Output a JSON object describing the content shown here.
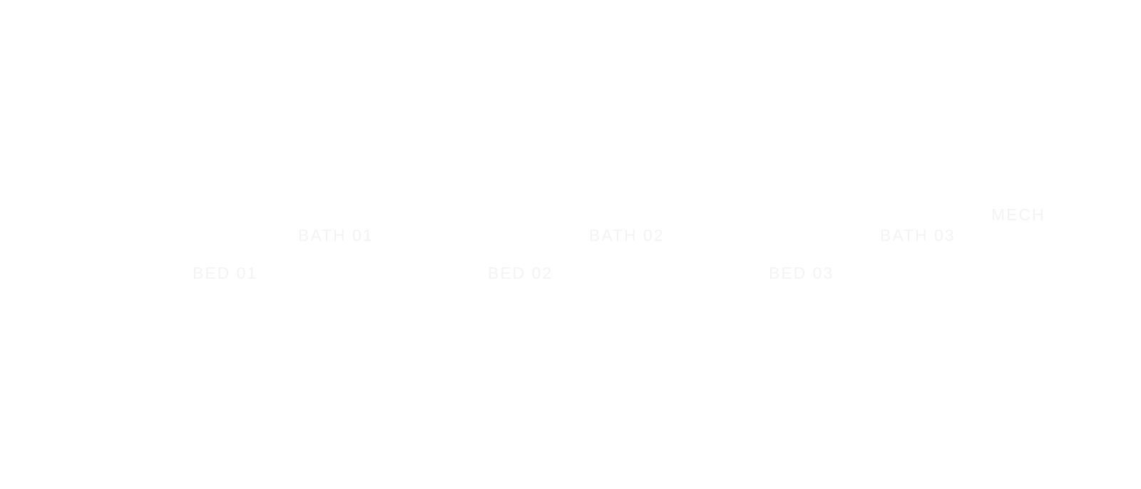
{
  "rooms": {
    "bath_01": "BATH 01",
    "bath_02": "BATH 02",
    "bath_03": "BATH 03",
    "mech": "MECH",
    "bed_01": "BED 01",
    "bed_02": "BED 02",
    "bed_03": "BED 03"
  },
  "colors": {
    "background": "#ffffff",
    "label": "#f3f3f3"
  }
}
